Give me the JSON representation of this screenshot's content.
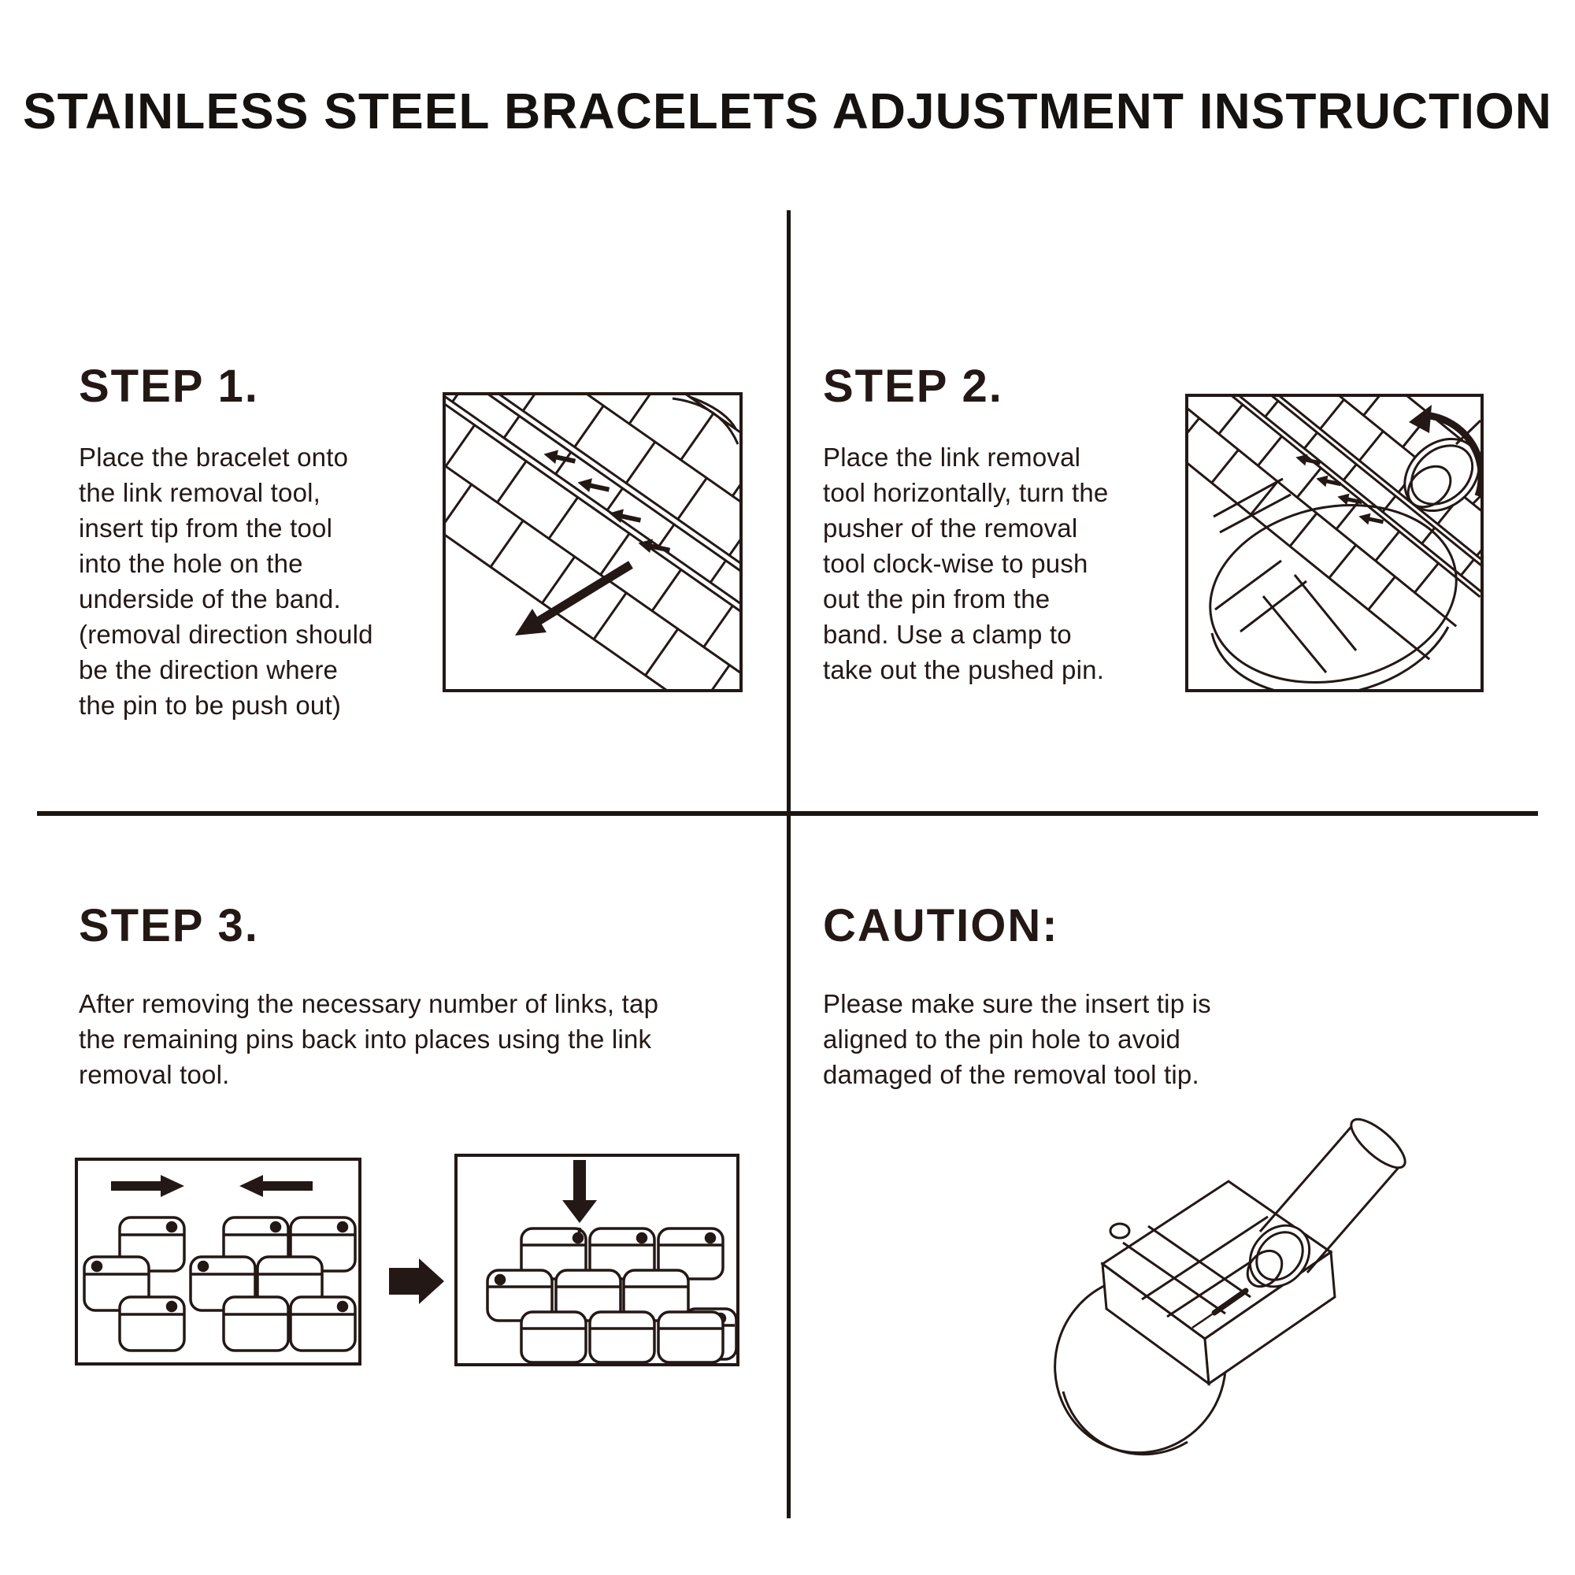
{
  "title": "STAINLESS STEEL BRACELETS ADJUSTMENT INSTRUCTION",
  "ink_color": "#231815",
  "step1": {
    "heading": "STEP 1.",
    "body": "Place the bracelet onto\nthe link removal tool,\ninsert tip from the tool\ninto the hole on the\nunderside of the band.\n(removal direction should\nbe the direction where\nthe pin to be push out)"
  },
  "step2": {
    "heading": "STEP 2.",
    "body": "Place the link removal\ntool horizontally, turn the\npusher of the removal\ntool clock-wise to push\nout the pin from the\nband. Use a clamp to\ntake out the pushed pin."
  },
  "step3": {
    "heading": "STEP 3.",
    "body": "After removing the necessary number of links, tap\nthe remaining pins back into places using the link\nremoval tool."
  },
  "caution": {
    "heading": "CAUTION:",
    "body": "Please make sure the insert tip is\naligned to the pin hole to avoid\ndamaged of the removal tool tip."
  },
  "illustrations": {
    "step1": "bracelet-on-link-removal-tool",
    "step2": "link-removal-tool-pusher-rotation",
    "step3_left": "links-separated-with-arrows",
    "step3_transition": "right-block-arrow",
    "step3_right": "links-rejoined-tap-pin",
    "caution": "link-removal-tool"
  }
}
